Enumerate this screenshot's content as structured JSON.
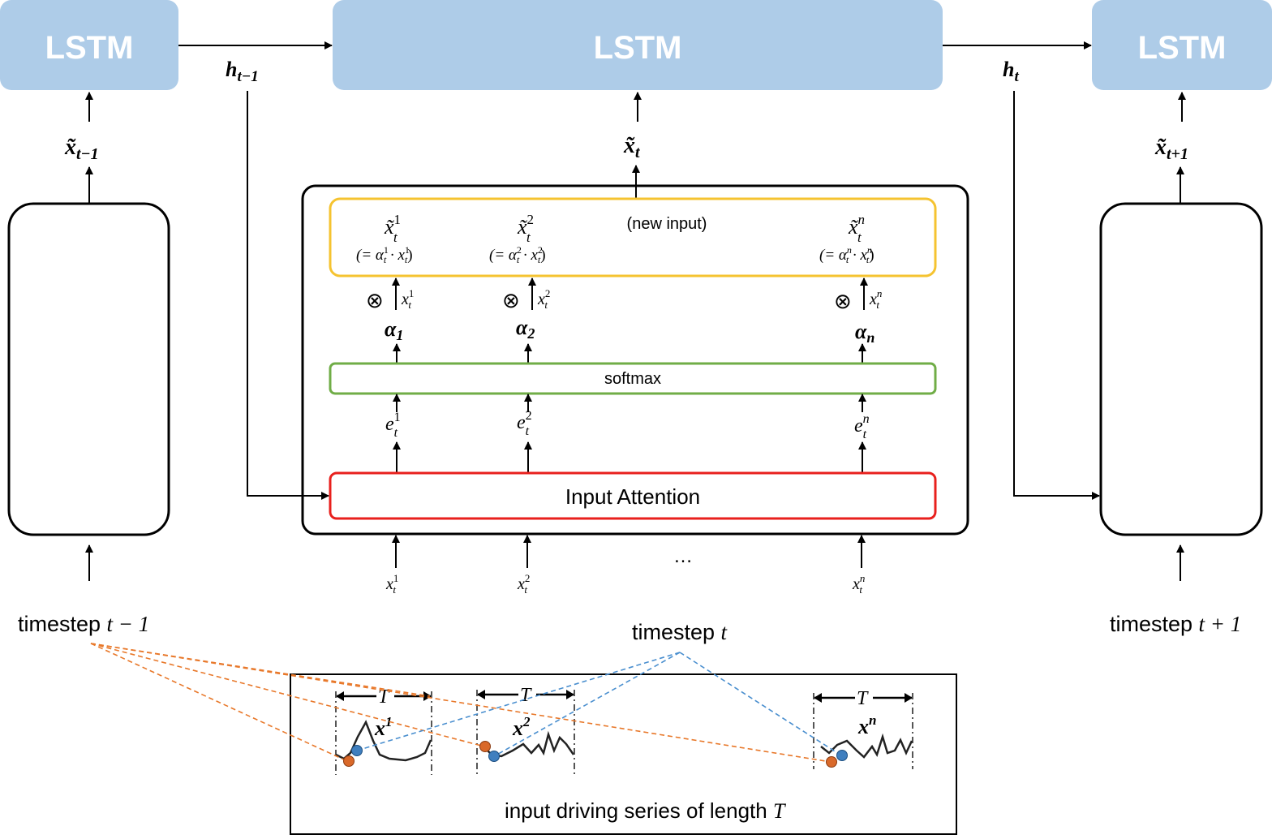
{
  "lstm": {
    "left_label": "LSTM",
    "center_label": "LSTM",
    "right_label": "LSTM"
  },
  "hidden": {
    "prev": "h",
    "prev_sub": "t−1",
    "curr": "h",
    "curr_sub": "t"
  },
  "inputs_tilde": {
    "prev": "x̃",
    "prev_sub": "t−1",
    "curr": "x̃",
    "curr_sub": "t",
    "next": "x̃",
    "next_sub": "t+1"
  },
  "new_input": {
    "caption": "(new input)",
    "items": [
      {
        "sym": "x̃",
        "sup": "1",
        "sub": "t",
        "formula": "(= α",
        "fsup": "1",
        "fsub": "t",
        "mid": " · x",
        "close": ")"
      },
      {
        "sym": "x̃",
        "sup": "2",
        "sub": "t",
        "formula": "(= α",
        "fsup": "2",
        "fsub": "t",
        "mid": " · x",
        "close": ")"
      },
      {
        "sym": "x̃",
        "sup": "n",
        "sub": "t",
        "formula": "(= α",
        "fsup": "n",
        "fsub": "t",
        "mid": " · x",
        "close": ")"
      }
    ]
  },
  "multiply": {
    "symbol": "⊗",
    "items": [
      {
        "x": "x",
        "sup": "1",
        "sub": "t"
      },
      {
        "x": "x",
        "sup": "2",
        "sub": "t"
      },
      {
        "x": "x",
        "sup": "n",
        "sub": "t"
      }
    ]
  },
  "alphas": [
    {
      "sym": "α",
      "sub": "1"
    },
    {
      "sym": "α",
      "sub": "2"
    },
    {
      "sym": "α",
      "sub": "n"
    }
  ],
  "softmax_label": "softmax",
  "energies": [
    {
      "sym": "e",
      "sup": "1",
      "sub": "t"
    },
    {
      "sym": "e",
      "sup": "2",
      "sub": "t"
    },
    {
      "sym": "e",
      "sup": "n",
      "sub": "t"
    }
  ],
  "input_attention_label": "Input Attention",
  "raw_inputs": [
    {
      "sym": "x",
      "sup": "1",
      "sub": "t"
    },
    {
      "sym": "x",
      "sup": "2",
      "sub": "t"
    },
    {
      "sym": "x",
      "sup": "n",
      "sub": "t"
    }
  ],
  "ellipsis": "…",
  "timesteps": {
    "prev_text": "timestep ",
    "prev_math": "t − 1",
    "curr_text": "timestep ",
    "curr_math": "t",
    "next_text": "timestep ",
    "next_math": "t + 1"
  },
  "series": {
    "window_label": "T",
    "caption_text": "input driving series of length ",
    "caption_math": "T",
    "items": [
      {
        "sym": "x",
        "sup": "1"
      },
      {
        "sym": "x",
        "sup": "2"
      },
      {
        "sym": "x",
        "sup": "n"
      }
    ]
  },
  "colors": {
    "lstm_fill": "#aecce8",
    "new_input_border": "#f5c330",
    "softmax_border": "#70ad47",
    "attention_border": "#e8201d",
    "prev_link": "#e8782a",
    "curr_link": "#4a8fcf",
    "dot_orange": "#d9692a",
    "dot_blue": "#3f7fbf"
  }
}
